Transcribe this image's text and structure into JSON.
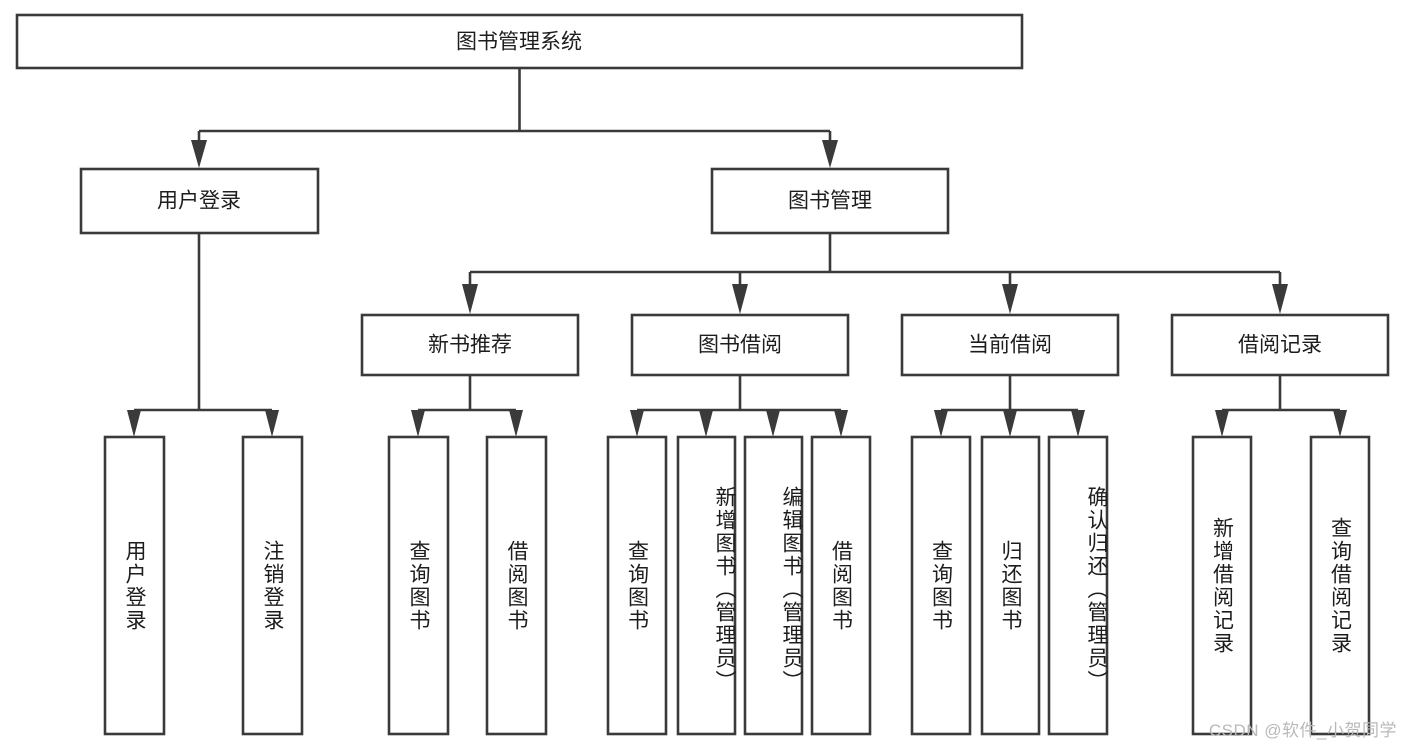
{
  "diagram": {
    "type": "tree-hierarchy",
    "title": "图书管理系统",
    "watermark": "CSDN @软件_小贺同学",
    "colors": {
      "stroke": "#3a3a3a",
      "box_fill": "#ffffff",
      "text": "#1d1d1d",
      "background": "#ffffff",
      "watermark": "#b9b9b9"
    },
    "root": {
      "id": "root",
      "label": "图书管理系统",
      "orientation": "horizontal"
    },
    "level2": [
      {
        "id": "user-login",
        "label": "用户登录",
        "orientation": "horizontal"
      },
      {
        "id": "book-management",
        "label": "图书管理",
        "orientation": "horizontal"
      }
    ],
    "level3": [
      {
        "id": "new-book-recommend",
        "label": "新书推荐",
        "orientation": "horizontal",
        "parent": "book-management"
      },
      {
        "id": "book-borrow",
        "label": "图书借阅",
        "orientation": "horizontal",
        "parent": "book-management"
      },
      {
        "id": "current-borrow",
        "label": "当前借阅",
        "orientation": "horizontal",
        "parent": "book-management"
      },
      {
        "id": "borrow-record",
        "label": "借阅记录",
        "orientation": "horizontal",
        "parent": "book-management"
      }
    ],
    "leaves": [
      {
        "id": "leaf-user-login",
        "label": "用户登录",
        "orientation": "vertical",
        "parent": "user-login"
      },
      {
        "id": "leaf-logout-login",
        "label": "注销登录",
        "orientation": "vertical",
        "parent": "user-login"
      },
      {
        "id": "leaf-query-book-1",
        "label": "查询图书",
        "orientation": "vertical",
        "parent": "new-book-recommend"
      },
      {
        "id": "leaf-borrow-book-1",
        "label": "借阅图书",
        "orientation": "vertical",
        "parent": "new-book-recommend"
      },
      {
        "id": "leaf-query-book-2",
        "label": "查询图书",
        "orientation": "vertical",
        "parent": "book-borrow"
      },
      {
        "id": "leaf-add-book-admin",
        "label": "新增图书（管理员）",
        "orientation": "vertical",
        "parent": "book-borrow"
      },
      {
        "id": "leaf-edit-book-admin",
        "label": "编辑图书（管理员）",
        "orientation": "vertical",
        "parent": "book-borrow"
      },
      {
        "id": "leaf-borrow-book-2",
        "label": "借阅图书",
        "orientation": "vertical",
        "parent": "book-borrow"
      },
      {
        "id": "leaf-query-book-3",
        "label": "查询图书",
        "orientation": "vertical",
        "parent": "current-borrow"
      },
      {
        "id": "leaf-return-book",
        "label": "归还图书",
        "orientation": "vertical",
        "parent": "current-borrow"
      },
      {
        "id": "leaf-confirm-return-admin",
        "label": "确认归还（管理员）",
        "orientation": "vertical",
        "parent": "current-borrow"
      },
      {
        "id": "leaf-add-borrow-record",
        "label": "新增借阅记录",
        "orientation": "vertical",
        "parent": "borrow-record"
      },
      {
        "id": "leaf-query-borrow-record",
        "label": "查询借阅记录",
        "orientation": "vertical",
        "parent": "borrow-record"
      }
    ]
  }
}
